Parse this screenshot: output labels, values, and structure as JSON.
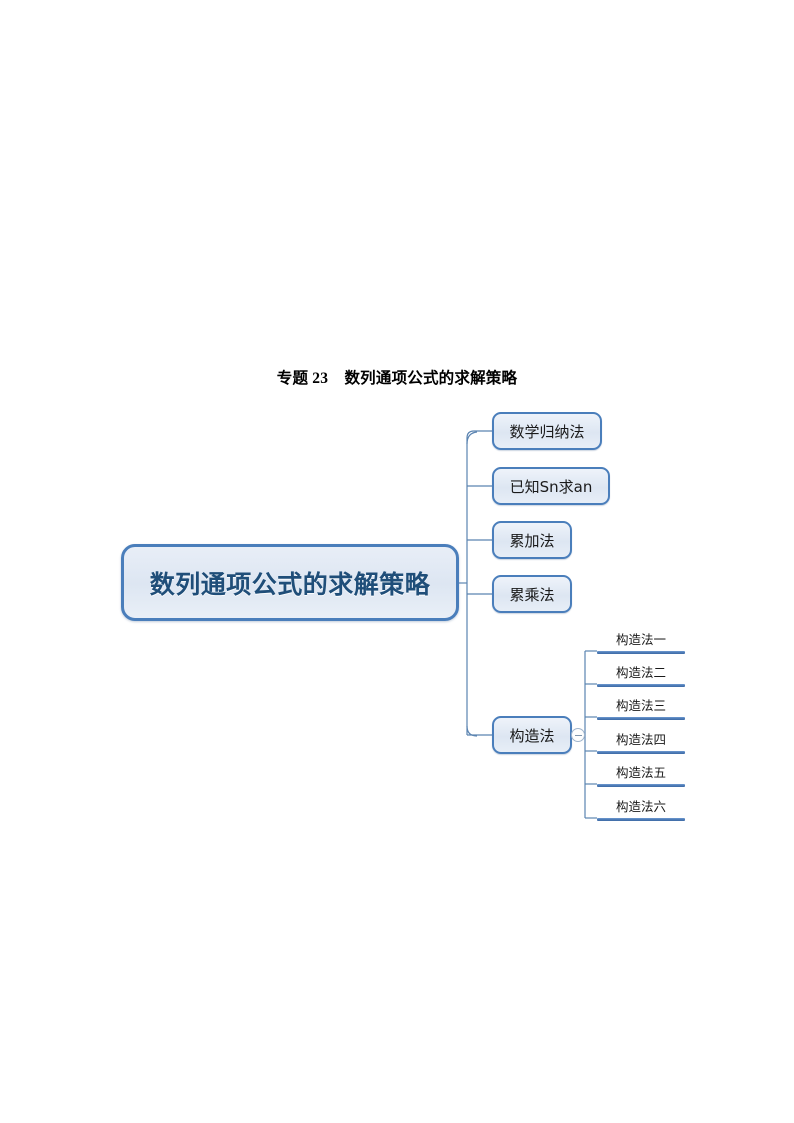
{
  "document": {
    "title_prefix": "专题 23",
    "title_main": "数列通项公式的求解策略",
    "title_full": "专题 23    数列通项公式的求解策略"
  },
  "colors": {
    "node_border": "#4a7ebb",
    "node_fill_light": "#eef3fa",
    "node_fill_dark": "#dde6f2",
    "root_text": "#1f4e79",
    "bar": "#4a78b4",
    "connector": "#5b84b1",
    "page_background": "#ffffff"
  },
  "mindmap": {
    "root": {
      "label": "数列通项公式的求解策略"
    },
    "branches": [
      {
        "label": "数学归纳法"
      },
      {
        "label": "已知Sn求an"
      },
      {
        "label": "累加法"
      },
      {
        "label": "累乘法"
      },
      {
        "label": "构造法",
        "toggle": {
          "name": "collapse-toggle",
          "icon": "minus-circle-icon",
          "state": "expanded"
        },
        "children": [
          {
            "label": "构造法一"
          },
          {
            "label": "构造法二"
          },
          {
            "label": "构造法三"
          },
          {
            "label": "构造法四"
          },
          {
            "label": "构造法五"
          },
          {
            "label": "构造法六"
          }
        ]
      }
    ]
  }
}
